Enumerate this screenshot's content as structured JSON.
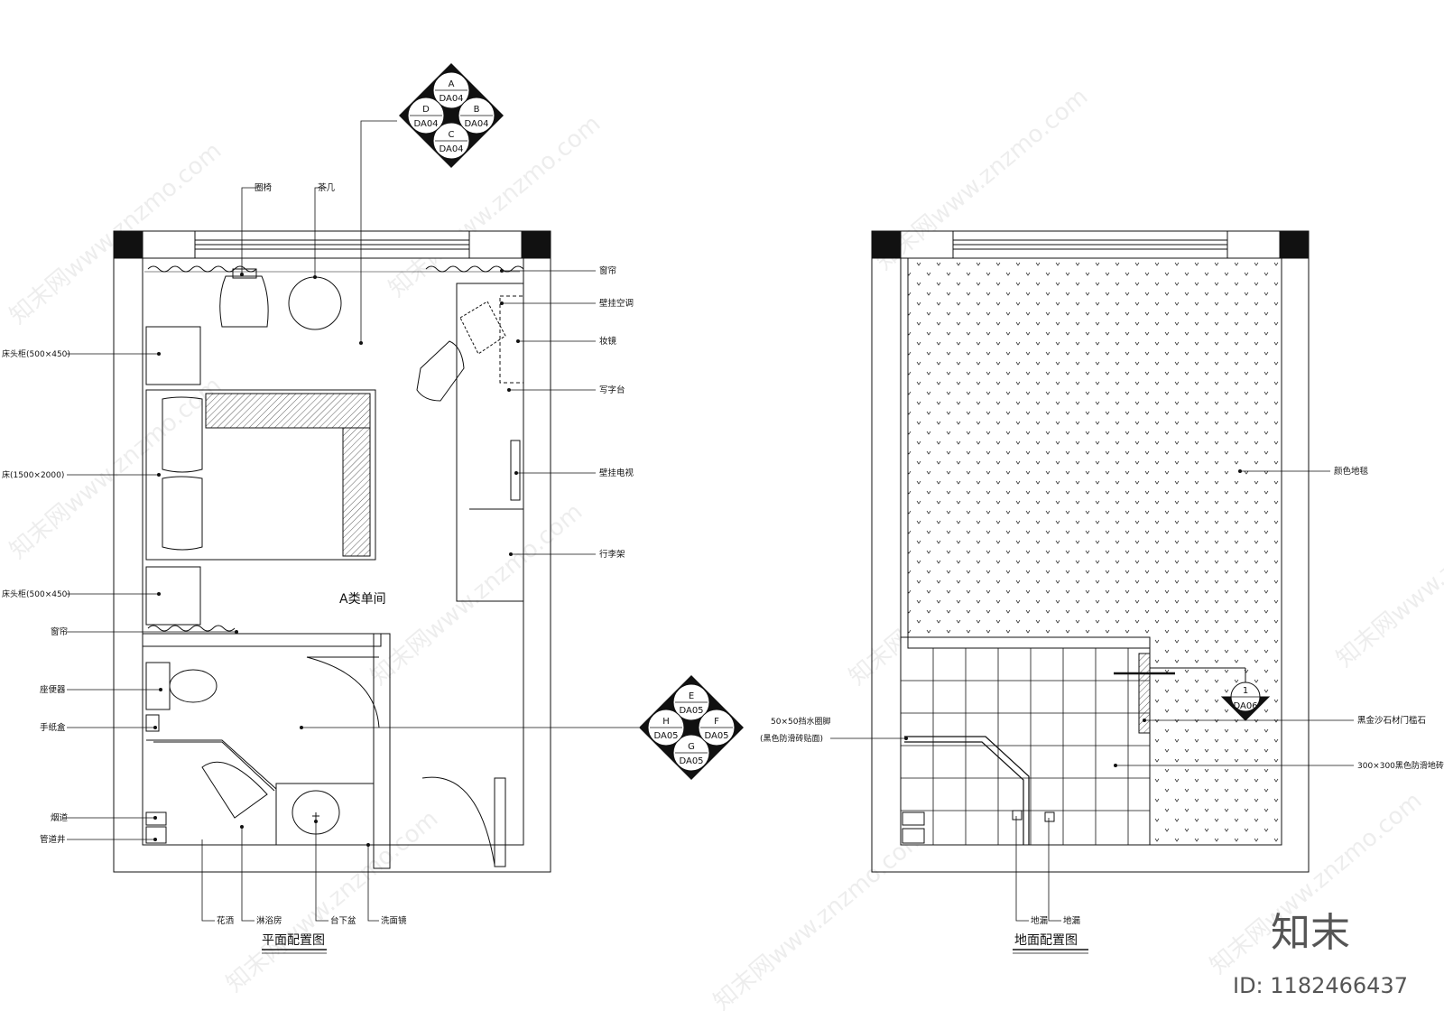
{
  "plan": {
    "title": "平面配置图",
    "room_name": "A类单间",
    "callouts": {
      "armchair": "圈椅",
      "tea_table": "茶几",
      "curtain_top": "窗帘",
      "ac": "壁挂空调",
      "mirror": "妆镜",
      "desk": "写字台",
      "tv": "壁挂电视",
      "luggage": "行李架",
      "nightstand_1": "床头柜(500×450)",
      "bed": "床(1500×2000)",
      "nightstand_2": "床头柜(500×450)",
      "curtain_left": "窗帘",
      "toilet": "座便器",
      "paper_box": "手纸盒",
      "flue": "烟道",
      "shaft": "管道井",
      "shower": "花洒",
      "shower_room": "淋浴房",
      "basin": "台下盆",
      "wash_mirror": "洗面镜"
    },
    "index_symbol_1": {
      "top": "A",
      "top_sheet": "DA04",
      "left": "D",
      "left_sheet": "DA04",
      "right": "B",
      "right_sheet": "DA04",
      "bottom": "C",
      "bottom_sheet": "DA04"
    },
    "index_symbol_2": {
      "top": "E",
      "top_sheet": "DA05",
      "left": "H",
      "left_sheet": "DA05",
      "right": "F",
      "right_sheet": "DA05",
      "bottom": "G",
      "bottom_sheet": "DA05"
    }
  },
  "floor": {
    "title": "地面配置图",
    "callouts": {
      "carpet": "颜色地毯",
      "threshold": "黑金沙石材门槛石",
      "tile": "300×300黑色防滑地砖",
      "baseboard_1": "50×50挡水圈脚",
      "baseboard_2": "(黑色防滑砖贴面)",
      "drain_1": "地漏",
      "drain_2": "地漏"
    },
    "detail_symbol": {
      "number": "1",
      "sheet": "DA06"
    }
  },
  "watermark": "知末网www.znzmo.com",
  "brand": {
    "name": "知末",
    "id": "ID: 1182466437"
  }
}
